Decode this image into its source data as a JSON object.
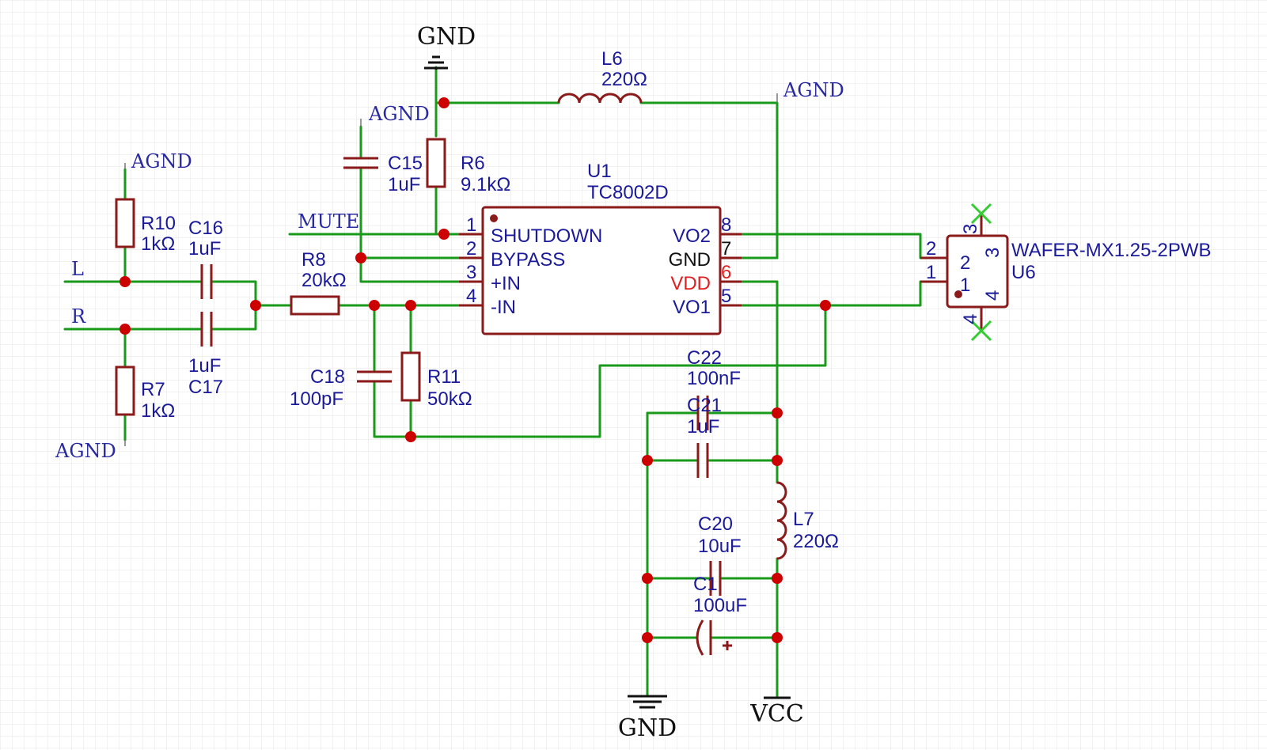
{
  "colors": {
    "wire": "#1a9a1a",
    "part": "#8b1a1a",
    "junction": "#cc0000",
    "text": "#1a1a9a",
    "power": "#111111",
    "vdd": "#e02020",
    "nc": "#33cc33"
  },
  "power": {
    "gnd_top": "GND",
    "gnd_bottom": "GND",
    "vcc": "VCC"
  },
  "netlabels": {
    "agnd_l6": "AGND",
    "agnd_c15": "AGND",
    "agnd_r10": "AGND",
    "agnd_r7": "AGND",
    "mute": "MUTE",
    "l": "L",
    "r": "R"
  },
  "parts": {
    "L6": {
      "ref": "L6",
      "value": "220Ω"
    },
    "R6": {
      "ref": "R6",
      "value": "9.1kΩ"
    },
    "C15": {
      "ref": "C15",
      "value": "1uF"
    },
    "R10": {
      "ref": "R10",
      "value": "1kΩ"
    },
    "C16": {
      "ref": "C16",
      "value": "1uF"
    },
    "R8": {
      "ref": "R8",
      "value": "20kΩ"
    },
    "C17": {
      "ref": "C17",
      "value": "1uF"
    },
    "R7": {
      "ref": "R7",
      "value": "1kΩ"
    },
    "C18": {
      "ref": "C18",
      "value": "100pF"
    },
    "R11": {
      "ref": "R11",
      "value": "50kΩ"
    },
    "C22": {
      "ref": "C22",
      "value": "100nF"
    },
    "C21": {
      "ref": "C21",
      "value": "1uF"
    },
    "L7": {
      "ref": "L7",
      "value": "220Ω"
    },
    "C20": {
      "ref": "C20",
      "value": "10uF"
    },
    "C1": {
      "ref": "C1",
      "value": "100uF"
    }
  },
  "u1": {
    "ref": "U1",
    "value": "TC8002D",
    "pins_left": [
      {
        "num": "1",
        "name": "SHUTDOWN"
      },
      {
        "num": "2",
        "name": "BYPASS"
      },
      {
        "num": "3",
        "name": "+IN"
      },
      {
        "num": "4",
        "name": "-IN"
      }
    ],
    "pins_right": [
      {
        "num": "8",
        "name": "VO2"
      },
      {
        "num": "7",
        "name": "GND"
      },
      {
        "num": "6",
        "name": "VDD"
      },
      {
        "num": "5",
        "name": "VO1"
      }
    ]
  },
  "u6": {
    "ref": "U6",
    "value": "WAFER-MX1.25-2PWB",
    "pin_nums": [
      "2",
      "1",
      "3",
      "4"
    ],
    "inner_nums": [
      "2",
      "1",
      "3",
      "4"
    ]
  }
}
